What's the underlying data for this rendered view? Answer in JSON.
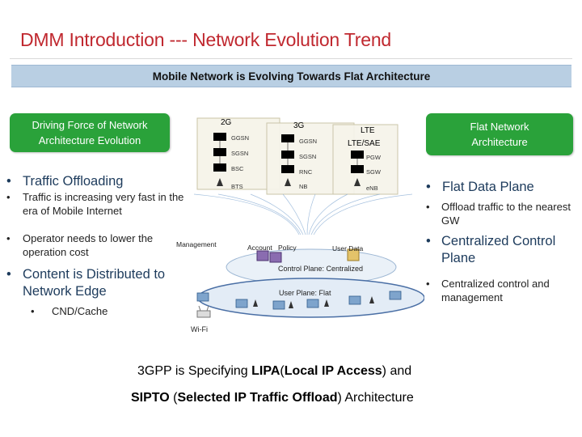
{
  "slide": {
    "title": "DMM Introduction --- Network Evolution Trend",
    "banner": "Mobile Network is Evolving Towards Flat Architecture"
  },
  "left": {
    "box": "Driving Force of Network Architecture Evolution",
    "traffic_offloading": "Traffic Offloading",
    "bullet1": "Traffic is increasing very fast in the era of Mobile Internet",
    "bullet2": "Operator needs to lower the operation cost",
    "content_distributed": "Content is Distributed to  Network Edge",
    "cnd": "CND/Cache"
  },
  "right": {
    "box": "Flat  Network Architecture",
    "flat_data_plane": "Flat Data Plane",
    "offload": "Offload traffic to the nearest GW",
    "centralized_control": "Centralized Control Plane",
    "centralized_mgmt": "Centralized control and management"
  },
  "diagram": {
    "g2": "2G",
    "g3": "3G",
    "lte": "LTE",
    "lte_sae": "LTE/SAE",
    "ggsn_2g": "GGSN",
    "sgsn_2g": "SGSN",
    "bsc": "BSC",
    "bts": "BTS",
    "ggsn_3g": "GGSN",
    "sgsn_3g": "SGSN",
    "rnc": "RNC",
    "nb": "NB",
    "pgw": "PGW",
    "sgw": "SGW",
    "enb": "eNB",
    "management": "Management",
    "account": "Account",
    "policy": "Policy",
    "user_data": "User Data",
    "control_plane": "Control Plane: Centralized",
    "user_plane": "User Plane: Flat",
    "wifi": "Wi-Fi"
  },
  "footer": {
    "line1_a": "3GPP is Specifying ",
    "line1_b": "LIPA",
    "line1_c": "(",
    "line1_d": "Local IP Access",
    "line1_e": ") and",
    "line2_a": "SIPTO",
    "line2_b": " (",
    "line2_c": "Selected IP Traffic Offload",
    "line2_d": ") Architecture"
  },
  "colors": {
    "title": "#c0282f",
    "banner": "#b9cfe3",
    "green": "#2aa23a",
    "ring": "#4a6fa5"
  }
}
